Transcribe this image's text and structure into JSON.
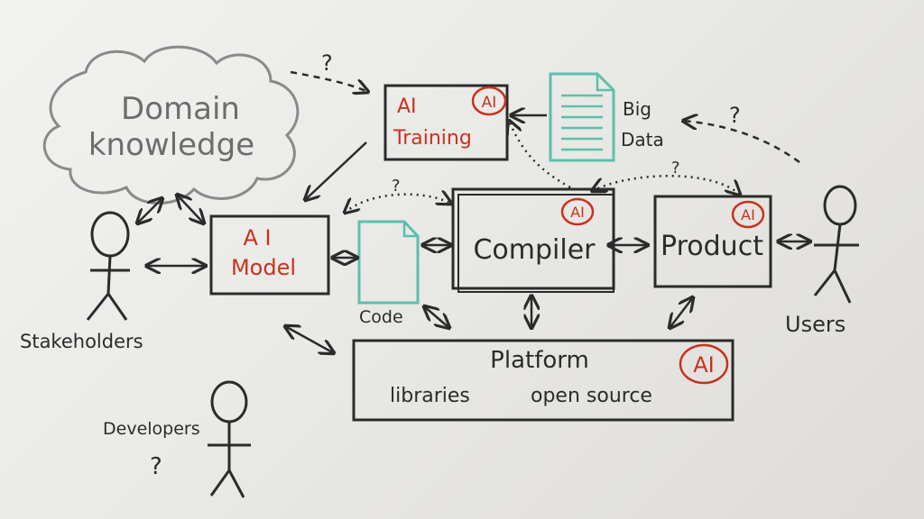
{
  "colors": {
    "ink": "#2b2b2b",
    "red": "#c8321f",
    "teal": "#5cc0ac",
    "cloud": "#8a8a8a",
    "board": "#ececea"
  },
  "cloud": {
    "line1": "Domain",
    "line2": "knowledge"
  },
  "ai_training": {
    "line1": "AI",
    "line2": "Training",
    "badge": "AI"
  },
  "big_data": {
    "line1": "Big",
    "line2": "Data"
  },
  "ai_model": {
    "line1": "A I",
    "line2": "Model"
  },
  "code": {
    "label": "Code"
  },
  "compiler": {
    "label": "Compiler",
    "badge": "AI"
  },
  "product": {
    "label": "Product",
    "badge": "AI"
  },
  "platform": {
    "title": "Platform",
    "item1": "libraries",
    "item2": "open source",
    "badge": "AI"
  },
  "people": {
    "stakeholders": "Stakeholders",
    "users": "Users",
    "developers": "Developers"
  },
  "marks": {
    "question": "?"
  }
}
